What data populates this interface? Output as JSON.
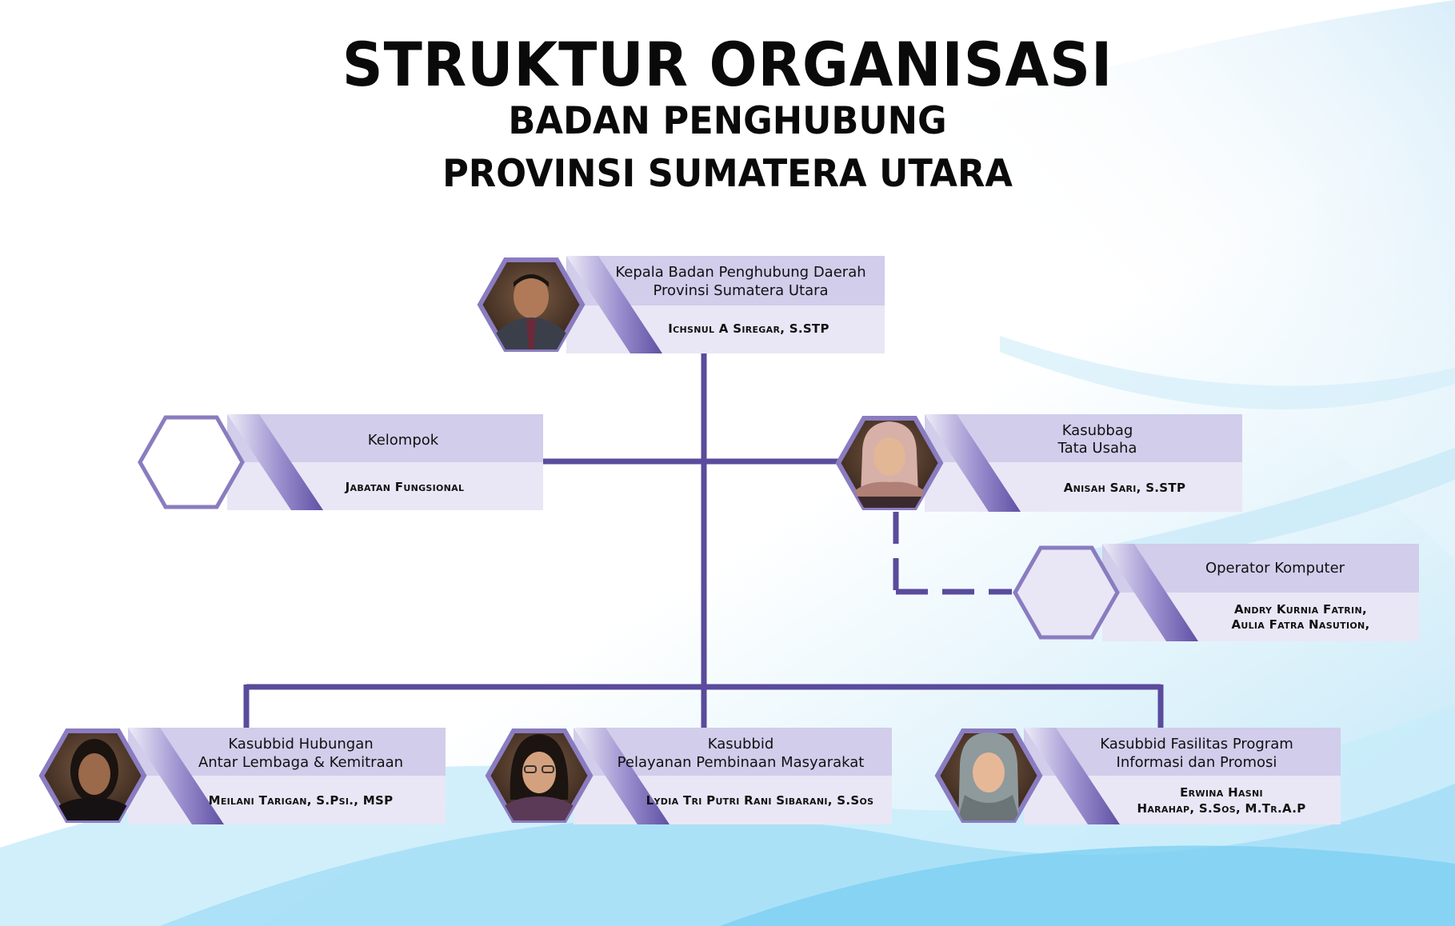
{
  "header": {
    "title": "STRUKTUR ORGANISASI",
    "subtitle1": "BADAN PENGHUBUNG",
    "subtitle2": "PROVINSI SUMATERA UTARA"
  },
  "colors": {
    "connector": "#5a4b9c",
    "hex_border": "#8a7cc0",
    "title_bar": "#d1cdeb",
    "name_bar": "#e9e7f5",
    "accent_stripe": "#7d6fb7"
  },
  "nodes": {
    "kepala": {
      "role_line1": "Kepala Badan Penghubung Daerah",
      "role_line2": "Provinsi Sumatera Utara",
      "name": "Ichsnul A Siregar, S.STP"
    },
    "kelompok": {
      "role_line1": "Kelompok",
      "name": "Jabatan Fungsional"
    },
    "kasubbag": {
      "role_line1": "Kasubbag",
      "role_line2": "Tata Usaha",
      "name": "Anisah Sari, S.STP"
    },
    "operator": {
      "role_line1": "Operator Komputer",
      "name_line1": "Andry Kurnia Fatrin,",
      "name_line2": "Aulia Fatra Nasution,"
    },
    "hubungan": {
      "role_line1": "Kasubbid Hubungan",
      "role_line2": "Antar Lembaga & Kemitraan",
      "name": "Meilani Tarigan, S.Psi., MSP"
    },
    "pelayanan": {
      "role_line1": "Kasubbid",
      "role_line2": "Pelayanan Pembinaan Masyarakat",
      "name": "Lydia Tri Putri Rani Sibarani, S.Sos"
    },
    "fasilitas": {
      "role_line1": "Kasubbid Fasilitas Program",
      "role_line2": "Informasi dan Promosi",
      "name_line1": "Erwina Hasni",
      "name_line2": "Harahap, S.Sos, M.Tr.A.P"
    }
  }
}
